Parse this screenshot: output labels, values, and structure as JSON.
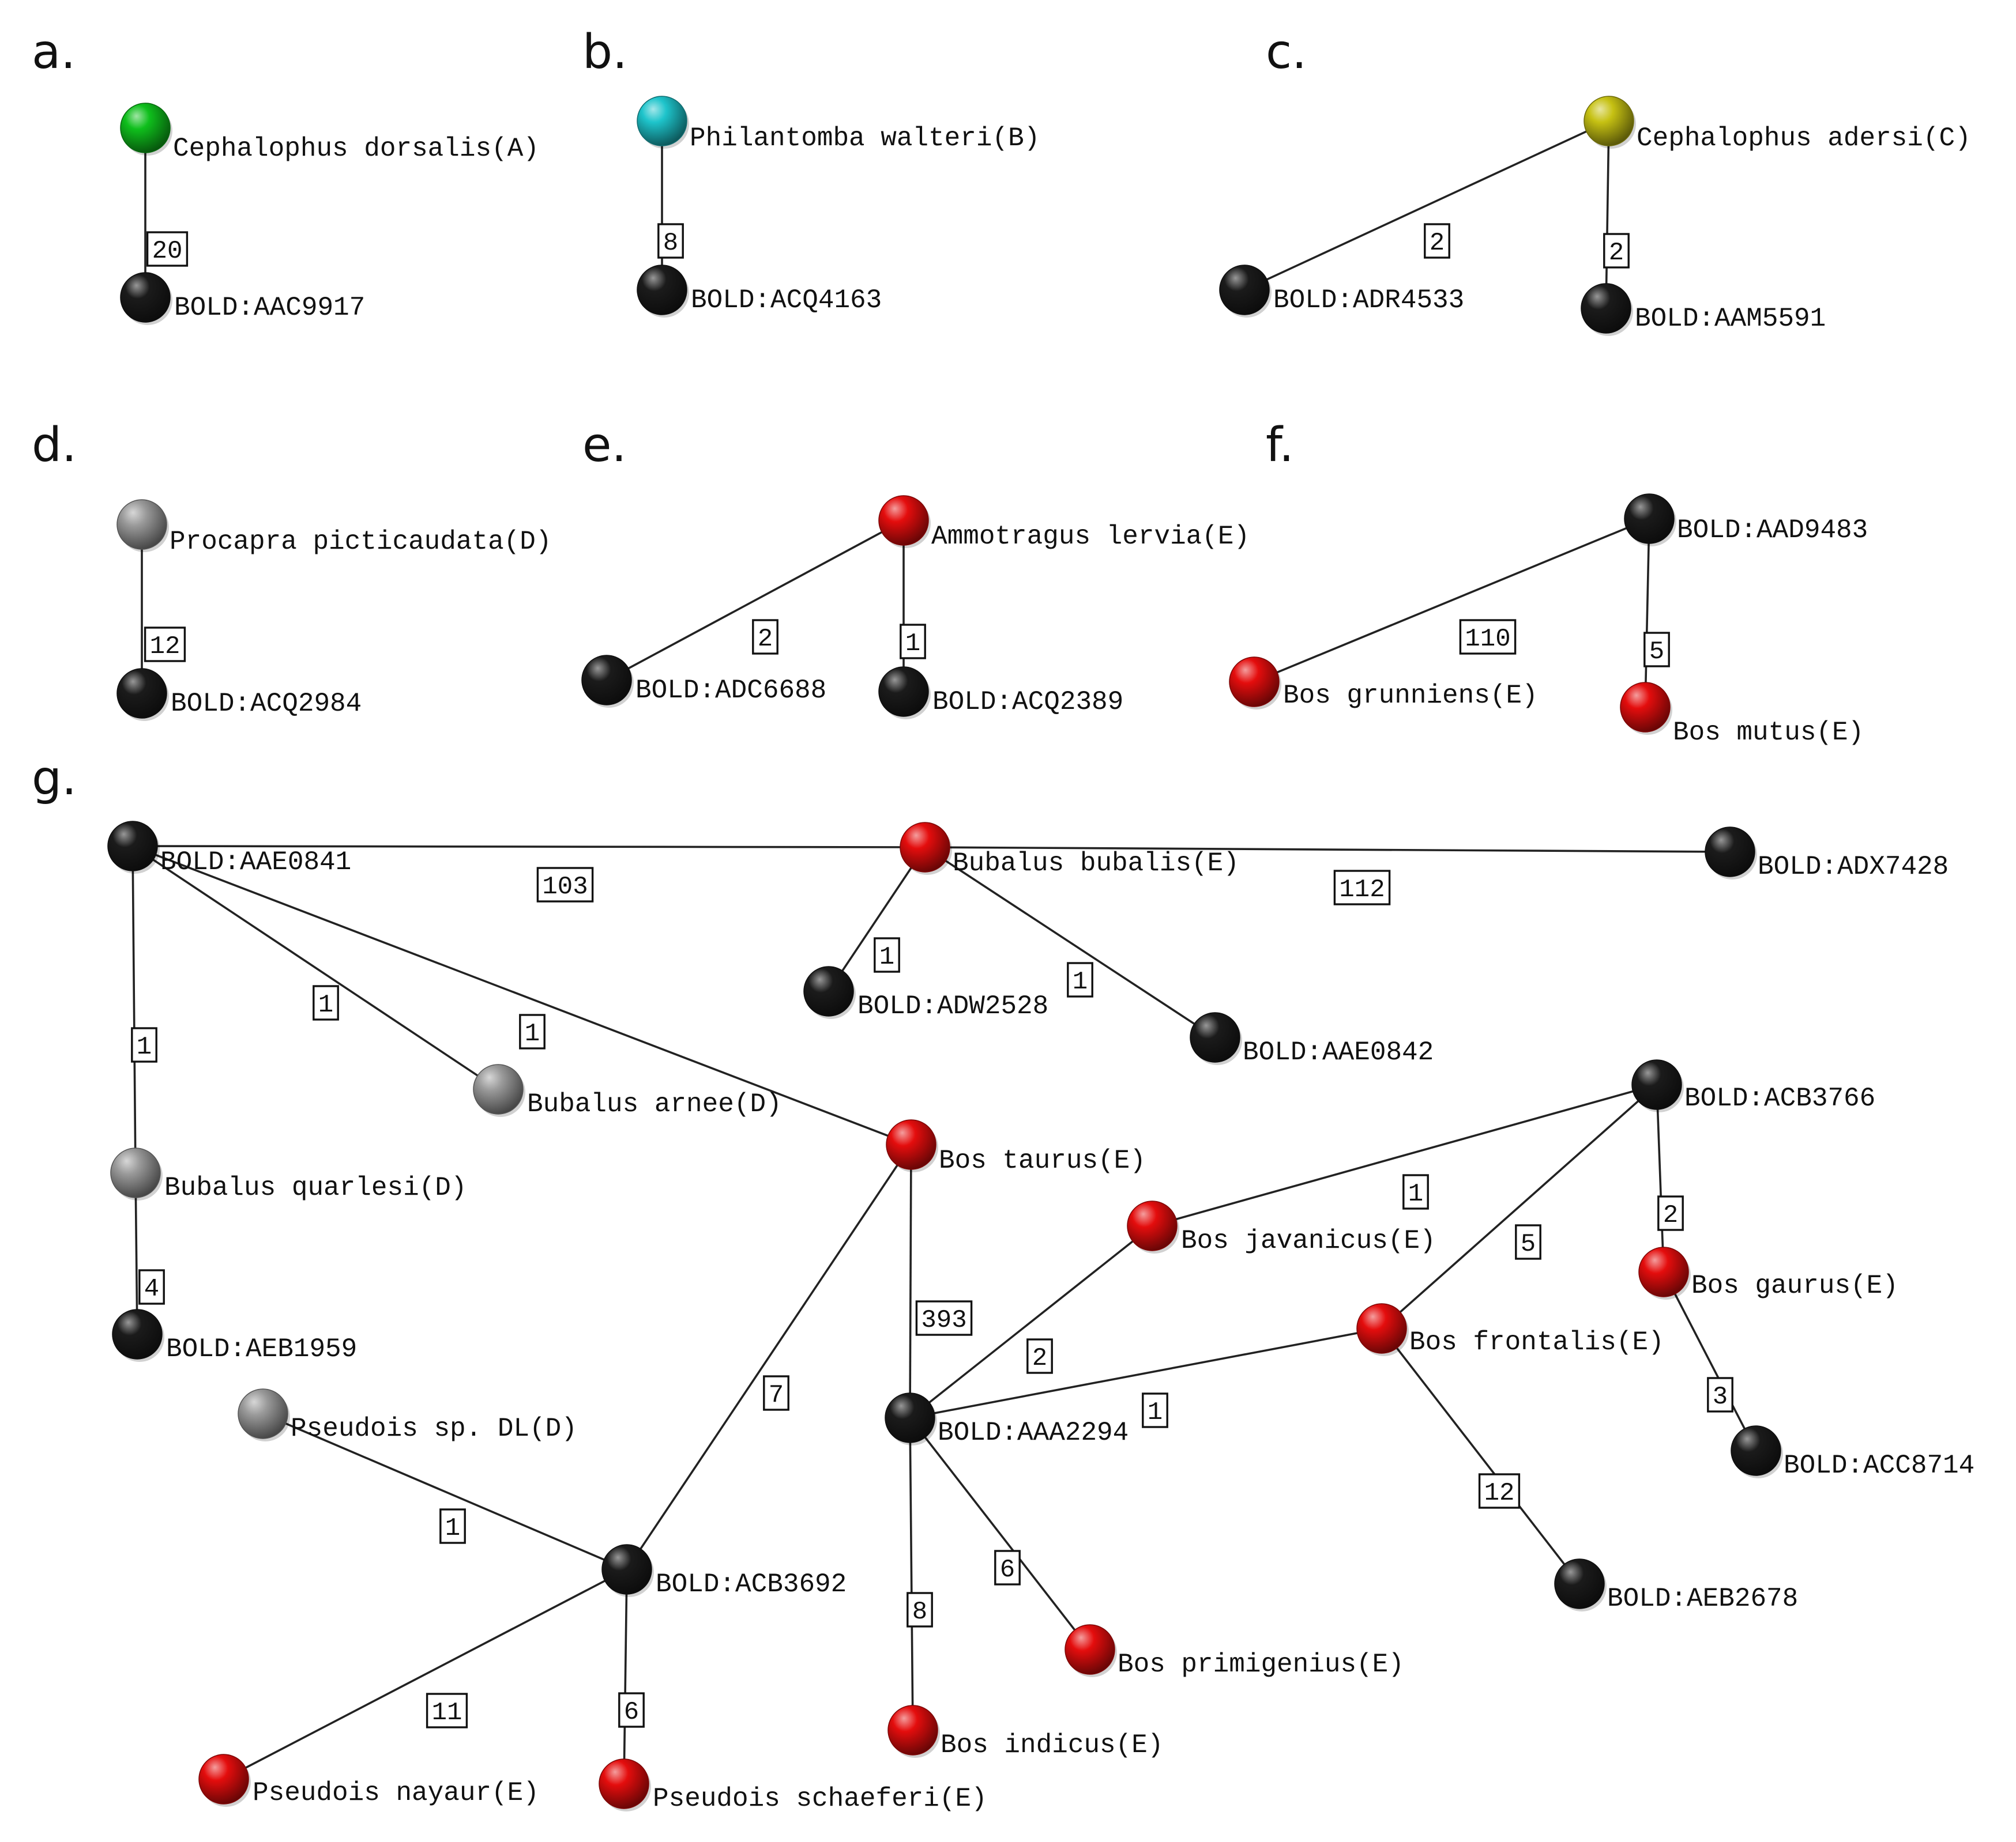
{
  "colors": {
    "green": "#0fbf1c",
    "cyan": "#1ec4cb",
    "yellow": "#c6c113",
    "grey": "#9a9a9a",
    "red": "#e40d0d",
    "black": "#1b1b1b"
  },
  "panels": [
    {
      "letter": "a.",
      "nodes": [
        {
          "id": "a1",
          "label": "Cephalophus dorsalis(A)",
          "color": "green"
        },
        {
          "id": "a2",
          "label": "BOLD:AAC9917",
          "color": "black"
        }
      ],
      "edges": [
        {
          "from": "a1",
          "to": "a2",
          "weight": "20"
        }
      ]
    },
    {
      "letter": "b.",
      "nodes": [
        {
          "id": "b1",
          "label": "Philantomba walteri(B)",
          "color": "cyan"
        },
        {
          "id": "b2",
          "label": "BOLD:ACQ4163",
          "color": "black"
        }
      ],
      "edges": [
        {
          "from": "b1",
          "to": "b2",
          "weight": "8"
        }
      ]
    },
    {
      "letter": "c.",
      "nodes": [
        {
          "id": "c1",
          "label": "Cephalophus adersi(C)",
          "color": "yellow"
        },
        {
          "id": "c2",
          "label": "BOLD:ADR4533",
          "color": "black"
        },
        {
          "id": "c3",
          "label": "BOLD:AAM5591",
          "color": "black"
        }
      ],
      "edges": [
        {
          "from": "c1",
          "to": "c2",
          "weight": "2"
        },
        {
          "from": "c1",
          "to": "c3",
          "weight": "2"
        }
      ]
    },
    {
      "letter": "d.",
      "nodes": [
        {
          "id": "d1",
          "label": "Procapra picticaudata(D)",
          "color": "grey"
        },
        {
          "id": "d2",
          "label": "BOLD:ACQ2984",
          "color": "black"
        }
      ],
      "edges": [
        {
          "from": "d1",
          "to": "d2",
          "weight": "12"
        }
      ]
    },
    {
      "letter": "e.",
      "nodes": [
        {
          "id": "e1",
          "label": "Ammotragus lervia(E)",
          "color": "red"
        },
        {
          "id": "e2",
          "label": "BOLD:ADC6688",
          "color": "black"
        },
        {
          "id": "e3",
          "label": "BOLD:ACQ2389",
          "color": "black"
        }
      ],
      "edges": [
        {
          "from": "e1",
          "to": "e2",
          "weight": "2"
        },
        {
          "from": "e1",
          "to": "e3",
          "weight": "1"
        }
      ]
    },
    {
      "letter": "f.",
      "nodes": [
        {
          "id": "f1",
          "label": "BOLD:AAD9483",
          "color": "black"
        },
        {
          "id": "f2",
          "label": "Bos grunniens(E)",
          "color": "red"
        },
        {
          "id": "f3",
          "label": "Bos mutus(E)",
          "color": "red"
        }
      ],
      "edges": [
        {
          "from": "f1",
          "to": "f2",
          "weight": "110"
        },
        {
          "from": "f1",
          "to": "f3",
          "weight": "5"
        }
      ]
    },
    {
      "letter": "g.",
      "nodes": [
        {
          "id": "AAE0841",
          "label": "BOLD:AAE0841",
          "color": "black"
        },
        {
          "id": "bubalis",
          "label": "Bubalus bubalis(E)",
          "color": "red"
        },
        {
          "id": "ADX7428",
          "label": "BOLD:ADX7428",
          "color": "black"
        },
        {
          "id": "ADW2528",
          "label": "BOLD:ADW2528",
          "color": "black"
        },
        {
          "id": "AAE0842",
          "label": "BOLD:AAE0842",
          "color": "black"
        },
        {
          "id": "arnee",
          "label": "Bubalus arnee(D)",
          "color": "grey"
        },
        {
          "id": "quarlesi",
          "label": "Bubalus quarlesi(D)",
          "color": "grey"
        },
        {
          "id": "AEB1959",
          "label": "BOLD:AEB1959",
          "color": "black"
        },
        {
          "id": "taurus",
          "label": "Bos taurus(E)",
          "color": "red"
        },
        {
          "id": "ACB3766",
          "label": "BOLD:ACB3766",
          "color": "black"
        },
        {
          "id": "javanicus",
          "label": "Bos javanicus(E)",
          "color": "red"
        },
        {
          "id": "gaurus",
          "label": "Bos gaurus(E)",
          "color": "red"
        },
        {
          "id": "frontalis",
          "label": "Bos frontalis(E)",
          "color": "red"
        },
        {
          "id": "ACC8714",
          "label": "BOLD:ACC8714",
          "color": "black"
        },
        {
          "id": "AAA2294",
          "label": "BOLD:AAA2294",
          "color": "black"
        },
        {
          "id": "pseudoisDL",
          "label": "Pseudois sp. DL(D)",
          "color": "grey"
        },
        {
          "id": "ACB3692",
          "label": "BOLD:ACB3692",
          "color": "black"
        },
        {
          "id": "AEB2678",
          "label": "BOLD:AEB2678",
          "color": "black"
        },
        {
          "id": "primigenius",
          "label": "Bos primigenius(E)",
          "color": "red"
        },
        {
          "id": "indicus",
          "label": "Bos indicus(E)",
          "color": "red"
        },
        {
          "id": "nayaur",
          "label": "Pseudois nayaur(E)",
          "color": "red"
        },
        {
          "id": "schaeferi",
          "label": "Pseudois schaeferi(E)",
          "color": "red"
        }
      ],
      "edges": [
        {
          "from": "AAE0841",
          "to": "bubalis",
          "weight": "103"
        },
        {
          "from": "bubalis",
          "to": "ADX7428",
          "weight": "112"
        },
        {
          "from": "bubalis",
          "to": "ADW2528",
          "weight": "1"
        },
        {
          "from": "bubalis",
          "to": "AAE0842",
          "weight": "1"
        },
        {
          "from": "AAE0841",
          "to": "arnee",
          "weight": "1"
        },
        {
          "from": "AAE0841",
          "to": "taurus",
          "weight": "1"
        },
        {
          "from": "AAE0841",
          "to": "quarlesi",
          "weight": "1"
        },
        {
          "from": "quarlesi",
          "to": "AEB1959",
          "weight": "4"
        },
        {
          "from": "taurus",
          "to": "AAA2294",
          "weight": "393"
        },
        {
          "from": "taurus",
          "to": "ACB3692",
          "weight": "7"
        },
        {
          "from": "ACB3766",
          "to": "javanicus",
          "weight": "1"
        },
        {
          "from": "ACB3766",
          "to": "frontalis",
          "weight": "5"
        },
        {
          "from": "ACB3766",
          "to": "gaurus",
          "weight": "2"
        },
        {
          "from": "gaurus",
          "to": "ACC8714",
          "weight": "3"
        },
        {
          "from": "javanicus",
          "to": "AAA2294",
          "weight": "2"
        },
        {
          "from": "frontalis",
          "to": "AAA2294",
          "weight": "1"
        },
        {
          "from": "frontalis",
          "to": "AEB2678",
          "weight": "12"
        },
        {
          "from": "AAA2294",
          "to": "primigenius",
          "weight": "6"
        },
        {
          "from": "AAA2294",
          "to": "indicus",
          "weight": "8"
        },
        {
          "from": "pseudoisDL",
          "to": "ACB3692",
          "weight": "1"
        },
        {
          "from": "ACB3692",
          "to": "nayaur",
          "weight": "11"
        },
        {
          "from": "ACB3692",
          "to": "schaeferi",
          "weight": "6"
        }
      ]
    }
  ]
}
